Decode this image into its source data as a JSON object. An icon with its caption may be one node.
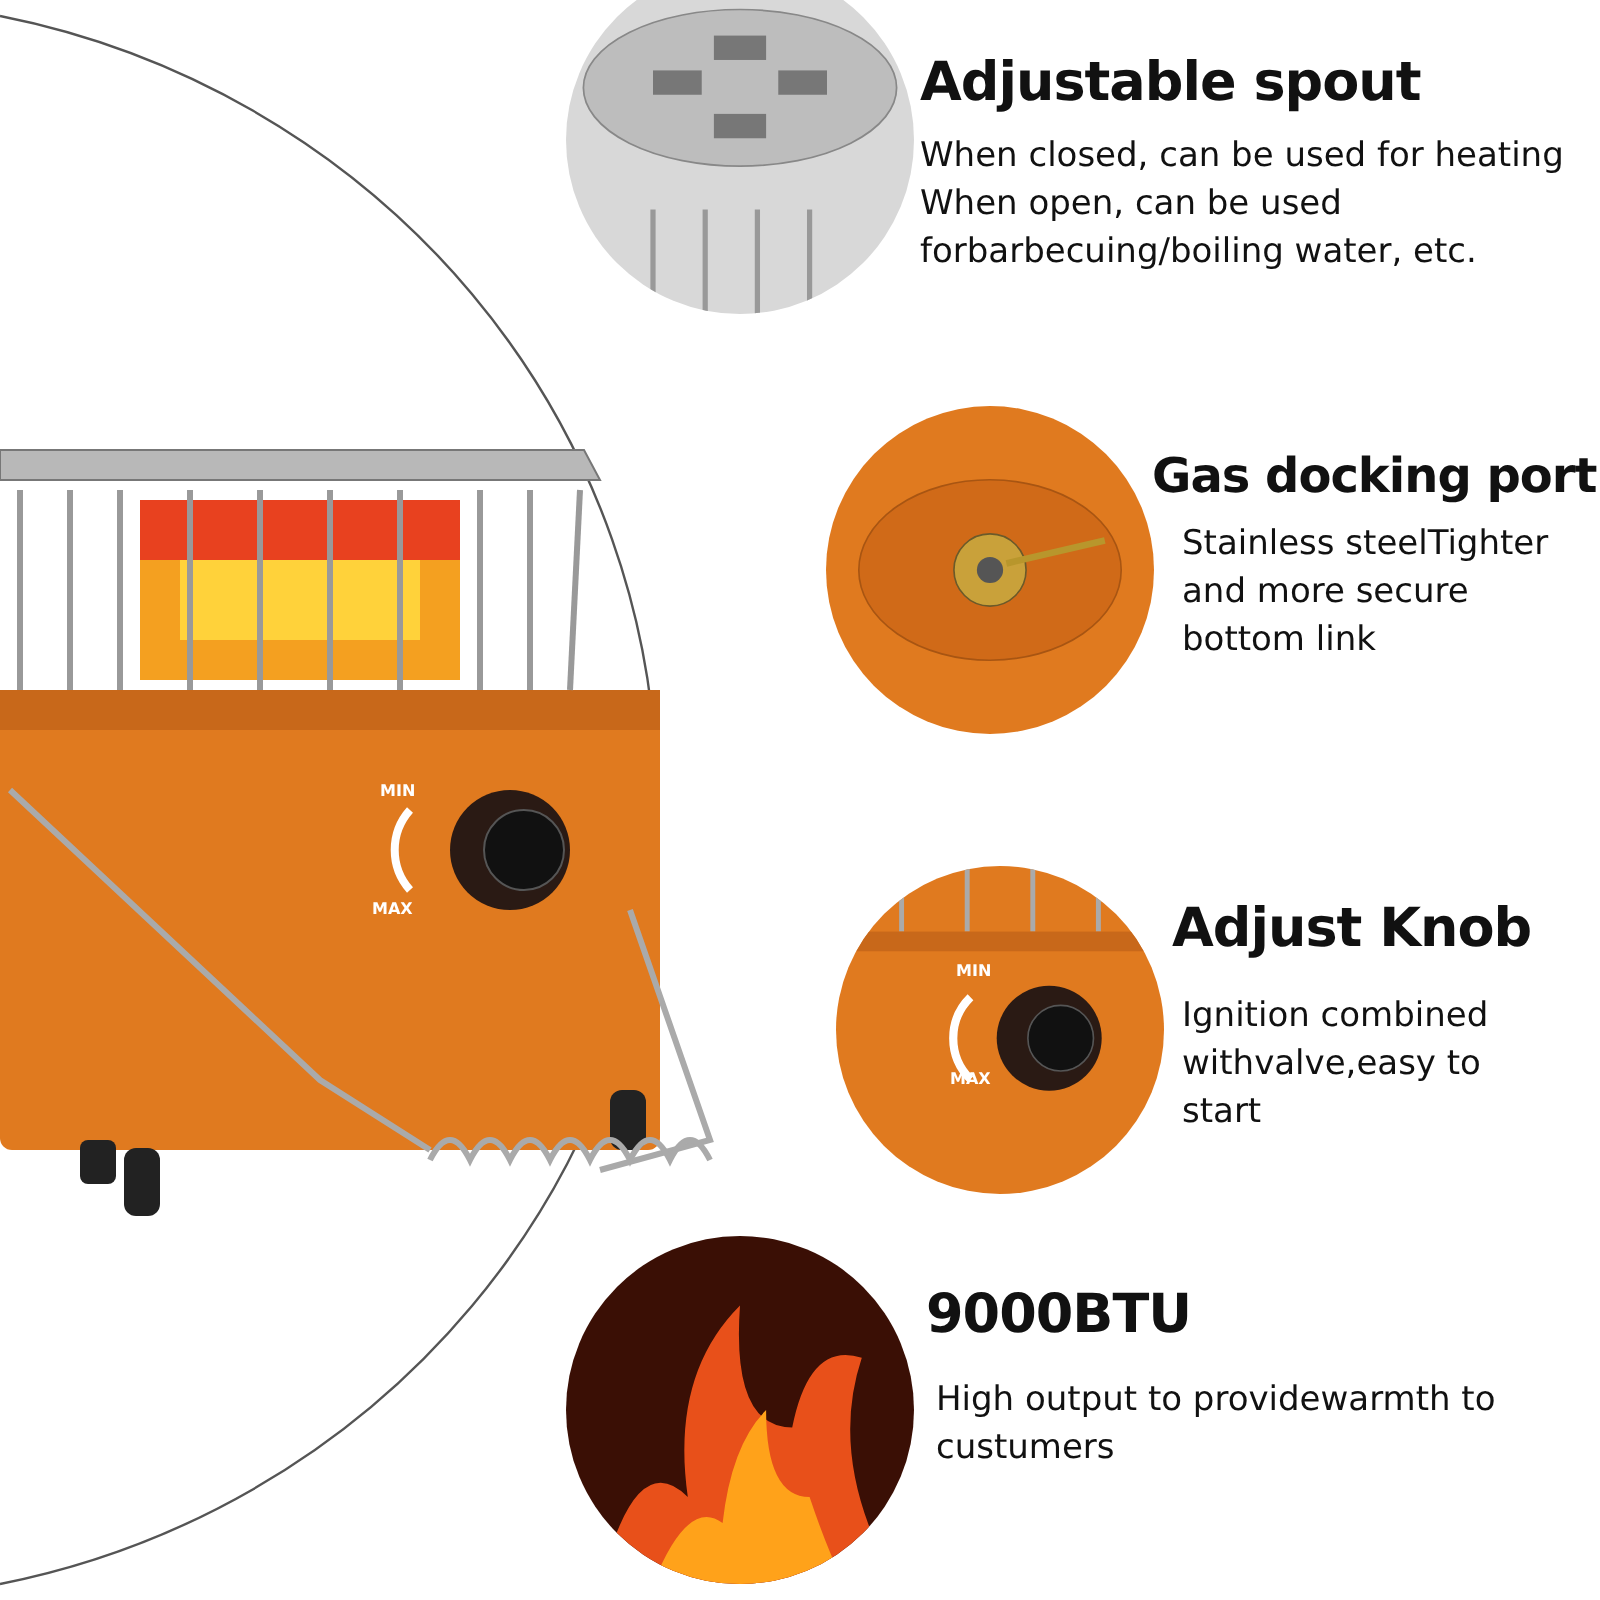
{
  "diagram": {
    "nodes": [
      {
        "text": [],
        "shape": "picture",
        "beside": [
          "Adjustable spout",
          "When closed, can be used for heating When open, can be used forbarbecuing/boiling water, etc."
        ]
      },
      {
        "text": [],
        "shape": "picture",
        "beside": [
          "Gas docking port",
          "Stainless steelTighter and more secure bottom link"
        ]
      },
      {
        "text": [],
        "shape": "picture",
        "beside": [
          "Adjust Knob",
          "Ignition combined withvalve,easy to start"
        ]
      },
      {
        "text": [],
        "shape": "picture",
        "beside": [
          "9000BTU",
          "High output to providewarmth to custumers"
        ]
      }
    ],
    "labels": [
      "MIN",
      "MAX",
      "MIN",
      "MAX"
    ]
  }
}
